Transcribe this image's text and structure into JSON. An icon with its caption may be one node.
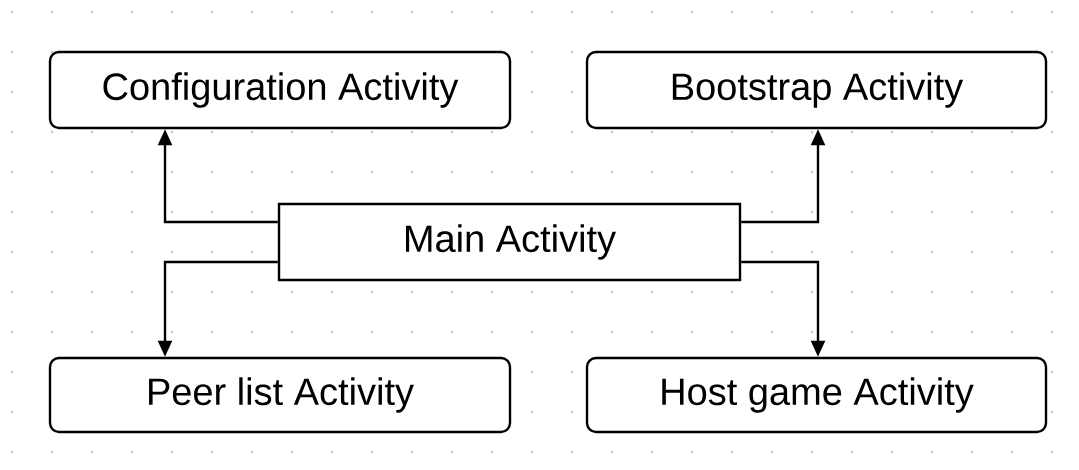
{
  "diagram": {
    "nodes": [
      {
        "text": [
          "Configuration Activity"
        ]
      },
      {
        "text": [
          "Bootstrap Activity"
        ]
      },
      {
        "text": [
          "Main Activity"
        ]
      },
      {
        "text": [
          "Peer list Activity"
        ]
      },
      {
        "text": [
          "Host game Activity"
        ]
      }
    ],
    "edges": [
      {
        "from": 2,
        "to": 0,
        "arrow": "to"
      },
      {
        "from": 2,
        "to": 1,
        "arrow": "to"
      },
      {
        "from": 2,
        "to": 3,
        "arrow": "to"
      },
      {
        "from": 2,
        "to": 4,
        "arrow": "to"
      }
    ]
  }
}
